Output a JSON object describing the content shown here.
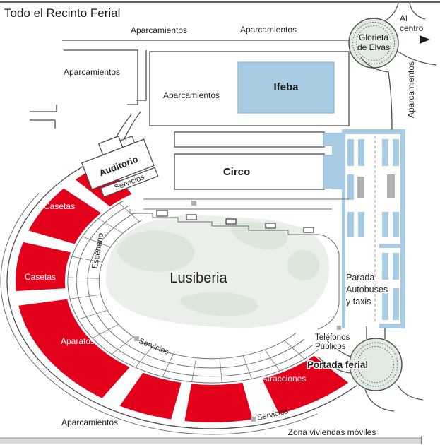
{
  "title": "Todo el Recinto Ferial",
  "colors": {
    "red": "#e2001a",
    "blue": "#a7cbe2",
    "green": "#e2ebe1",
    "blob": "#eaf0e9",
    "patch": "#dbe7da",
    "gray": "#b0b0b0",
    "line": "#4d4d4d"
  },
  "north": {
    "parking_top_left": "Aparcamientos",
    "parking_top_right": "Aparcamientos",
    "parking_west": "Aparcamientos",
    "parking_lot": "Aparcamientos",
    "ifeba": "Ifeba",
    "roundabout_line1": "Glorieta",
    "roundabout_line2": "de Elvas",
    "to_center_line1": "Al",
    "to_center_line2": "centro",
    "parking_east_vertical": "Aparcamientos"
  },
  "ring": {
    "auditorio": "Auditorio",
    "servicios_auditorio": "Servicios",
    "circo": "Circo",
    "casetas_nw": "Casetas",
    "casetas_w": "Casetas",
    "escenario": "Escenario",
    "aparatos": "Aparatos",
    "servicios_sw": "Servicios",
    "atracciones": "Atracciones",
    "servicios_s": "Servicios"
  },
  "center": {
    "lusiberia": "Lusiberia"
  },
  "east": {
    "bus_stop_line1": "Parada",
    "bus_stop_line2": "Autobuses",
    "bus_stop_line3": "y taxis",
    "phones_line1": "Teléfonos",
    "phones_line2": "Públicos",
    "portada_ferial": "Portada ferial"
  },
  "south": {
    "parking_bottom": "Aparcamientos",
    "mobile_homes": "Zona viviendas móviles"
  }
}
